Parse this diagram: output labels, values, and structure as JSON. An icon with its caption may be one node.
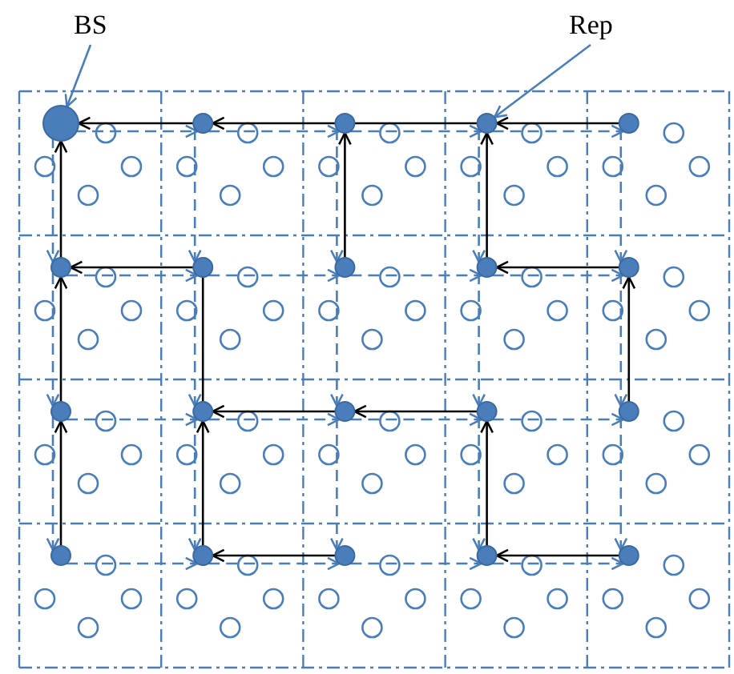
{
  "diagram": {
    "nodes": [
      {
        "text": [
          "BS"
        ]
      },
      {
        "text": [
          "Rep"
        ]
      },
      {
        "text": [],
        "shape": "circle"
      },
      {
        "text": [],
        "shape": "circle"
      },
      {
        "text": [],
        "shape": "circle"
      },
      {
        "text": [],
        "shape": "circle"
      },
      {
        "text": [],
        "shape": "circle"
      },
      {
        "text": [],
        "shape": "circle"
      },
      {
        "text": [],
        "shape": "circle"
      },
      {
        "text": [],
        "shape": "circle"
      },
      {
        "text": [],
        "shape": "circle"
      },
      {
        "text": [],
        "shape": "circle"
      },
      {
        "text": [],
        "shape": "circle"
      },
      {
        "text": [],
        "shape": "circle"
      },
      {
        "text": [],
        "shape": "circle"
      },
      {
        "text": [],
        "shape": "circle"
      },
      {
        "text": [],
        "shape": "circle"
      },
      {
        "text": [],
        "shape": "circle"
      },
      {
        "text": [],
        "shape": "circle"
      },
      {
        "text": [],
        "shape": "circle"
      },
      {
        "text": [],
        "shape": "circle"
      },
      {
        "text": [],
        "shape": "circle"
      }
    ],
    "edges": [
      {
        "from": 0,
        "to": 2,
        "arrow": "to"
      },
      {
        "from": 1,
        "to": 5,
        "arrow": "to"
      },
      {
        "from": 3,
        "to": 2,
        "arrow": "to",
        "color": "#000000"
      },
      {
        "from": 7,
        "to": 2,
        "arrow": "to",
        "color": "#000000"
      },
      {
        "from": 4,
        "to": 3,
        "arrow": "to",
        "color": "#000000"
      },
      {
        "from": 9,
        "to": 4,
        "arrow": "to",
        "color": "#000000"
      },
      {
        "from": 5,
        "to": 4,
        "arrow": "none",
        "color": "#000000"
      },
      {
        "from": 6,
        "to": 5,
        "arrow": "to",
        "color": "#000000"
      },
      {
        "from": 10,
        "to": 5,
        "arrow": "to",
        "color": "#000000"
      },
      {
        "from": 8,
        "to": 7,
        "arrow": "to",
        "color": "#000000"
      },
      {
        "from": 8,
        "to": 13,
        "arrow": "none",
        "color": "#000000"
      },
      {
        "from": 12,
        "to": 7,
        "arrow": "to",
        "color": "#000000"
      },
      {
        "from": 17,
        "to": 12,
        "arrow": "to",
        "color": "#000000"
      },
      {
        "from": 18,
        "to": 13,
        "arrow": "to",
        "color": "#000000"
      },
      {
        "from": 14,
        "to": 13,
        "arrow": "to",
        "color": "#000000"
      },
      {
        "from": 15,
        "to": 14,
        "arrow": "to",
        "color": "#000000"
      },
      {
        "from": 20,
        "to": 15,
        "arrow": "to",
        "color": "#000000"
      },
      {
        "from": 19,
        "to": 18,
        "arrow": "to",
        "color": "#000000"
      },
      {
        "from": 21,
        "to": 20,
        "arrow": "to",
        "color": "#000000"
      },
      {
        "from": 16,
        "to": 11,
        "arrow": "to",
        "color": "#000000"
      },
      {
        "from": 11,
        "to": 10,
        "arrow": "to",
        "color": "#000000"
      },
      {
        "from": 2,
        "to": 3,
        "arrow": "to",
        "style": "dashed"
      },
      {
        "from": 3,
        "to": 4,
        "arrow": "to",
        "style": "dashed"
      },
      {
        "from": 4,
        "to": 5,
        "arrow": "to",
        "style": "dashed"
      },
      {
        "from": 5,
        "to": 6,
        "arrow": "to",
        "style": "dashed"
      },
      {
        "from": 7,
        "to": 8,
        "arrow": "to",
        "style": "dashed"
      },
      {
        "from": 8,
        "to": 9,
        "arrow": "to",
        "style": "dashed"
      },
      {
        "from": 9,
        "to": 10,
        "arrow": "to",
        "style": "dashed"
      },
      {
        "from": 10,
        "to": 11,
        "arrow": "to",
        "style": "dashed"
      },
      {
        "from": 12,
        "to": 13,
        "arrow": "to",
        "style": "dashed"
      },
      {
        "from": 13,
        "to": 14,
        "arrow": "to",
        "style": "dashed"
      },
      {
        "from": 14,
        "to": 15,
        "arrow": "to",
        "style": "dashed"
      },
      {
        "from": 15,
        "to": 16,
        "arrow": "to",
        "style": "dashed"
      },
      {
        "from": 17,
        "to": 18,
        "arrow": "to",
        "style": "dashed"
      },
      {
        "from": 18,
        "to": 19,
        "arrow": "to",
        "style": "dashed"
      },
      {
        "from": 19,
        "to": 20,
        "arrow": "to",
        "style": "dashed"
      },
      {
        "from": 20,
        "to": 21,
        "arrow": "to",
        "style": "dashed"
      },
      {
        "from": 2,
        "to": 7,
        "arrow": "to",
        "style": "dashed"
      },
      {
        "from": 3,
        "to": 8,
        "arrow": "to",
        "style": "dashed"
      },
      {
        "from": 4,
        "to": 9,
        "arrow": "to",
        "style": "dashed"
      },
      {
        "from": 5,
        "to": 10,
        "arrow": "to",
        "style": "dashed"
      },
      {
        "from": 6,
        "to": 11,
        "arrow": "to",
        "style": "dashed"
      },
      {
        "from": 7,
        "to": 12,
        "arrow": "to",
        "style": "dashed"
      },
      {
        "from": 8,
        "to": 13,
        "arrow": "to",
        "style": "dashed"
      },
      {
        "from": 9,
        "to": 14,
        "arrow": "to",
        "style": "dashed"
      },
      {
        "from": 10,
        "to": 15,
        "arrow": "to",
        "style": "dashed"
      },
      {
        "from": 11,
        "to": 16,
        "arrow": "to",
        "style": "dashed"
      },
      {
        "from": 12,
        "to": 17,
        "arrow": "to",
        "style": "dashed"
      },
      {
        "from": 13,
        "to": 18,
        "arrow": "to",
        "style": "dashed"
      },
      {
        "from": 14,
        "to": 19,
        "arrow": "to",
        "style": "dashed"
      },
      {
        "from": 15,
        "to": 20,
        "arrow": "to",
        "style": "dashed"
      },
      {
        "from": 16,
        "to": 21,
        "arrow": "to",
        "style": "dashed"
      }
    ]
  }
}
